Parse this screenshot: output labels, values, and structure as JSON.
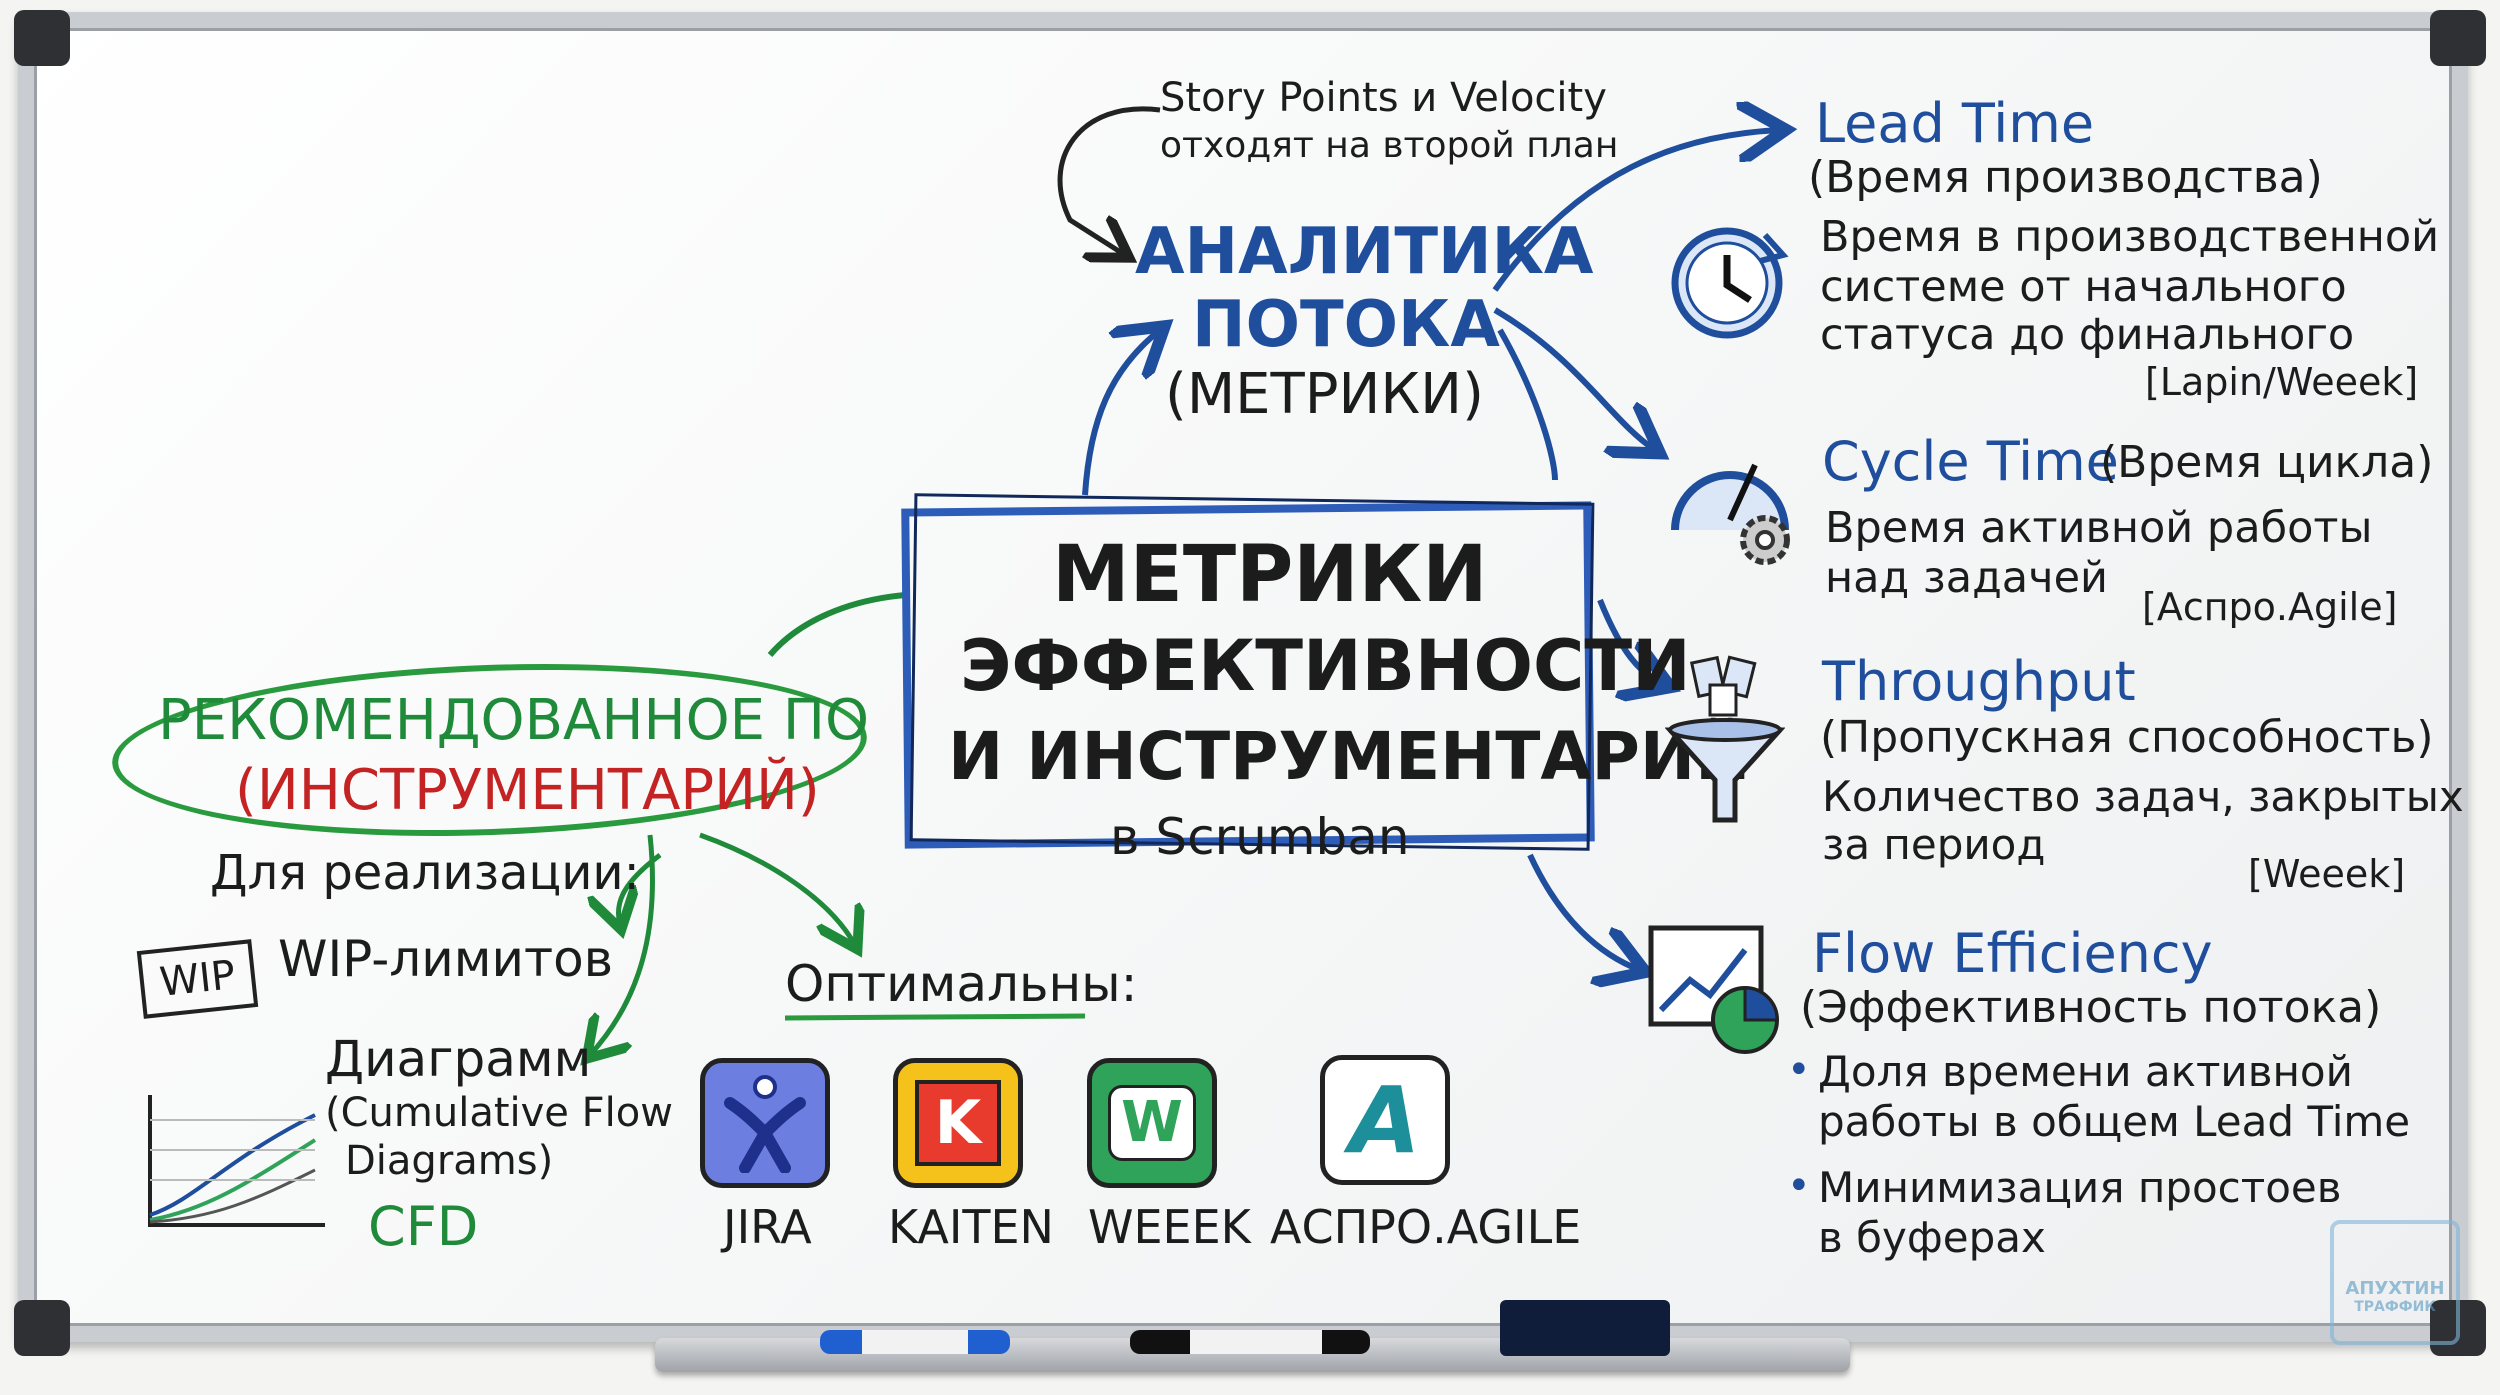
{
  "center": {
    "line1": "МЕТРИКИ",
    "line2": "ЭФФЕКТИВНОСТИ",
    "line3": "И ИНСТРУМЕНТАРИЙ",
    "line4": "в Scrumban"
  },
  "analytics": {
    "note_line1": "Story Points и Velocity",
    "note_line2": "отходят на второй план",
    "title_line1": "АНАЛИТИКА",
    "title_line2": "ПОТОКА",
    "subtitle": "(МЕТРИКИ)"
  },
  "metrics": [
    {
      "title": "Lead Time",
      "subtitle": "(Время производства)",
      "desc1": "Время в производственной",
      "desc2": "системе от начального",
      "desc3": "статуса до финального",
      "source": "[Lapin/Weeek]",
      "icon": "clock-icon"
    },
    {
      "title": "Cycle Time",
      "subtitle": "(Время цикла)",
      "desc1": "Время активной работы",
      "desc2": "над задачей",
      "source": "[Аспро.Agile]",
      "icon": "gauge-gear-icon"
    },
    {
      "title": "Throughput",
      "subtitle": "(Пропускная способность)",
      "desc1": "Количество задач, закрытых",
      "desc2": "за период",
      "source": "[Weeek]",
      "icon": "funnel-icon"
    },
    {
      "title": "Flow Efficiency",
      "subtitle": "(Эффективность потока)",
      "bullet1_line1": "Доля времени активной",
      "bullet1_line2": "работы в общем Lead Time",
      "bullet2_line1": "Минимизация простоев",
      "bullet2_line2": "в буферах",
      "icon": "chart-pie-icon"
    }
  ],
  "software": {
    "title_line1": "РЕКОМЕНДОВАННОЕ ПО",
    "title_line2": "(ИНСТРУМЕНТАРИЙ)",
    "for": "Для реализации:",
    "wip_badge": "WIP",
    "wip_label": "WIP-лимитов",
    "diagram_line1": "Диаграмм",
    "diagram_line2": "(Cumulative Flow",
    "diagram_line3": "Diagrams)",
    "cfd": "CFD",
    "optimal": "Оптимальны:",
    "tools": [
      {
        "name": "JIRA",
        "letter": "",
        "color": "#5b6fd6",
        "icon": "jira-icon"
      },
      {
        "name": "KAITEN",
        "letter": "K",
        "color": "#f4c21b",
        "icon": "kaiten-icon"
      },
      {
        "name": "WEEEK",
        "letter": "W",
        "color": "#2fa35a",
        "icon": "weeek-icon"
      },
      {
        "name": "АСПРО.AGILE",
        "letter": "A",
        "color": "#ffffff",
        "icon": "aspro-icon"
      }
    ]
  },
  "watermark": {
    "line1": "АПУХТИН",
    "line2": "ТРАФФИК"
  }
}
